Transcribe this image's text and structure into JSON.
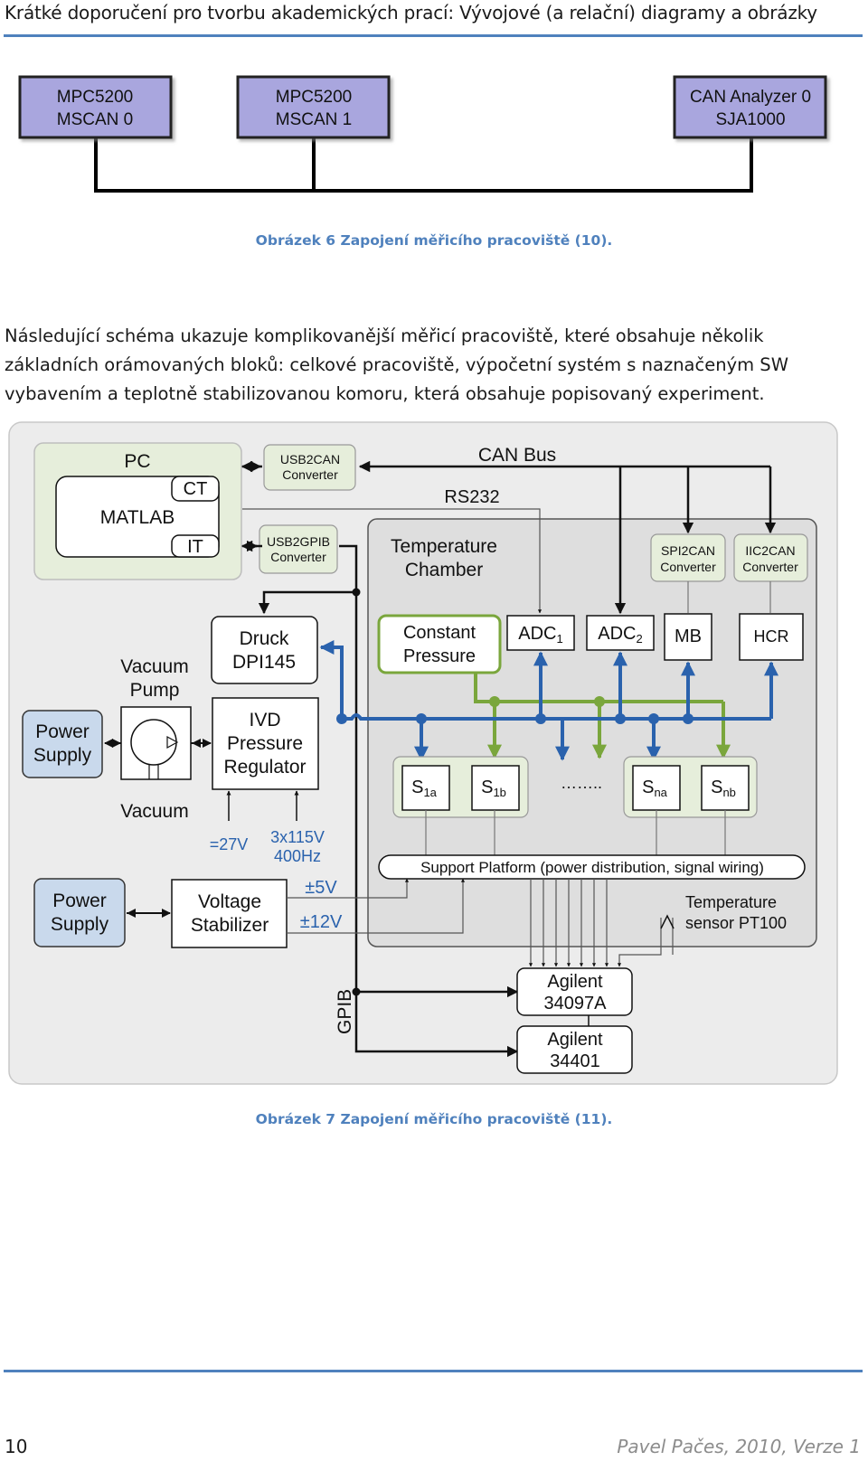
{
  "header": {
    "title": "Krátké doporučení pro tvorbu akademických prací: Vývojové (a relační) diagramy a obrázky"
  },
  "figure6": {
    "boxes": [
      {
        "line1": "MPC5200",
        "line2": "MSCAN 0"
      },
      {
        "line1": "MPC5200",
        "line2": "MSCAN 1"
      },
      {
        "line1": "CAN Analyzer 0",
        "line2": "SJA1000"
      }
    ],
    "caption": "Obrázek 6 Zapojení měřicího pracoviště (10)."
  },
  "paragraph": "Následující schéma ukazuje komplikovanější měřicí pracoviště, které obsahuje několik základních orámovaných bloků: celkové pracoviště, výpočetní systém s naznačeným SW vybavením a teplotně stabilizovanou komoru, která obsahuje popisovaný experiment.",
  "figure7": {
    "caption": "Obrázek 7 Zapojení měřicího pracoviště (11).",
    "pc": {
      "title": "PC",
      "matlab": "MATLAB",
      "ct": "CT",
      "it": "IT"
    },
    "usb2can": {
      "line1": "USB2CAN",
      "line2": "Converter"
    },
    "usb2gpib": {
      "line1": "USB2GPIB",
      "line2": "Converter"
    },
    "can_bus": "CAN Bus",
    "rs232": "RS232",
    "chamber": {
      "line1": "Temperature",
      "line2": "Chamber"
    },
    "spi2can": {
      "line1": "SPI2CAN",
      "line2": "Converter"
    },
    "iic2can": {
      "line1": "IIC2CAN",
      "line2": "Converter"
    },
    "druck": {
      "line1": "Druck",
      "line2": "DPI145"
    },
    "vacuum_pump": {
      "line1": "Vacuum",
      "line2": "Pump"
    },
    "vacuum": "Vacuum",
    "ivd": {
      "line1": "IVD",
      "line2": "Pressure",
      "line3": "Regulator"
    },
    "power_supply_1": {
      "line1": "Power",
      "line2": "Supply"
    },
    "power_supply_2": {
      "line1": "Power",
      "line2": "Supply"
    },
    "constant_pressure": {
      "line1": "Constant",
      "line2": "Pressure"
    },
    "adc1": {
      "main": "ADC",
      "sub": "1"
    },
    "adc2": {
      "main": "ADC",
      "sub": "2"
    },
    "mb": "MB",
    "hcr": "HCR",
    "s1a": {
      "main": "S",
      "sub": "1a"
    },
    "s1b": {
      "main": "S",
      "sub": "1b"
    },
    "ellipsis": "……..",
    "sna": {
      "main": "S",
      "sub": "na"
    },
    "snb": {
      "main": "S",
      "sub": "nb"
    },
    "v27": "=27V",
    "v115": {
      "line1": "3x115V",
      "line2": "400Hz"
    },
    "v5": "±5V",
    "v12": "±12V",
    "voltage_stabilizer": {
      "line1": "Voltage",
      "line2": "Stabilizer"
    },
    "support_platform": "Support Platform (power distribution, signal wiring)",
    "temp_sensor": {
      "line1": "Temperature",
      "line2": "sensor PT100"
    },
    "gpib": "GPIB",
    "agilent1": {
      "line1": "Agilent",
      "line2": "34097A"
    },
    "agilent2": {
      "line1": "Agilent",
      "line2": "34401"
    },
    "colors": {
      "blue": "#2a62ad",
      "green": "#7aa63c",
      "lavender": "#a9a6de",
      "light_blue": "#c9d9ec",
      "pc_green": "#e6eedb",
      "chamber_gray": "#dedede"
    }
  },
  "footer": {
    "page_number": "10",
    "author": "Pavel Pačes",
    "year": "2010",
    "version": "Verze 1"
  }
}
